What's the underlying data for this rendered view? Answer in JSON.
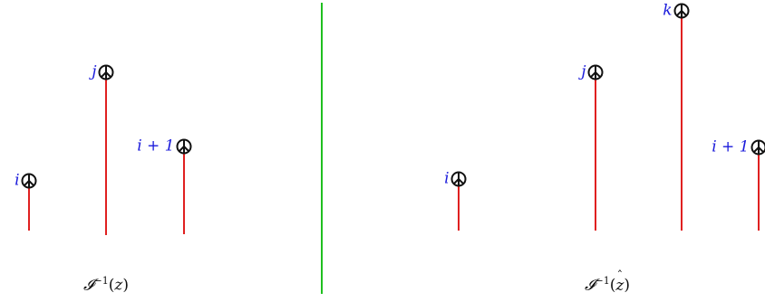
{
  "panels": [
    {
      "caption": {
        "op": "𝓘",
        "exp": "−1",
        "arg": "z",
        "hat": false
      },
      "nodes": [
        {
          "id": "i",
          "label": "i",
          "tip": 200
        },
        {
          "id": "j",
          "label": "j",
          "tip": 80
        },
        {
          "id": "i1",
          "label": "i + 1",
          "tip": 162
        }
      ]
    },
    {
      "caption": {
        "op": "𝓘",
        "exp": "−1",
        "arg": "z",
        "hat": true
      },
      "nodes": [
        {
          "id": "i",
          "label": "i",
          "tip": 198
        },
        {
          "id": "j",
          "label": "j",
          "tip": 80
        },
        {
          "id": "k",
          "label": "k",
          "tip": 12
        },
        {
          "id": "i1",
          "label": "i + 1",
          "tip": 163
        }
      ]
    }
  ],
  "colors": {
    "stem": "#e02020",
    "divider": "#1fc01f",
    "label": "#1a1adb",
    "symbol": "#111111"
  },
  "icon": "peace-symbol-icon"
}
